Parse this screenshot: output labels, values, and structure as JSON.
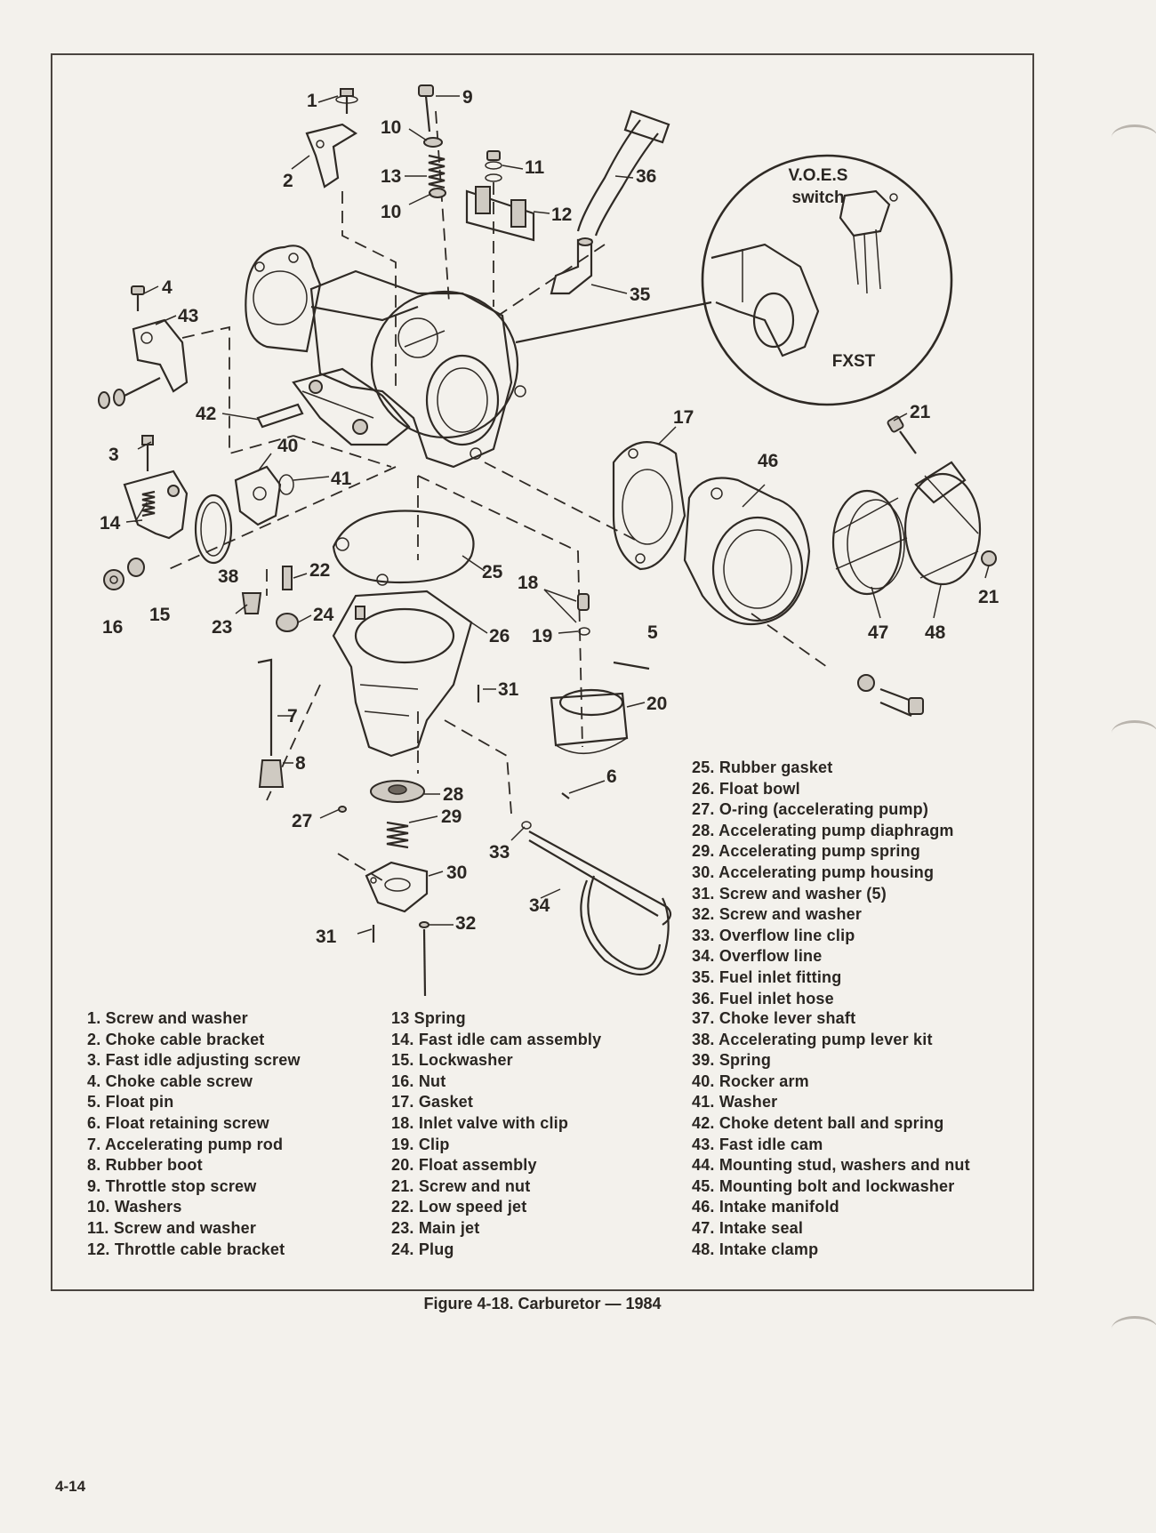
{
  "figure": {
    "caption": "Figure 4-18. Carburetor — 1984",
    "inset_label": "V.O.E.S switch",
    "inset_label_line1": "V.O.E.S",
    "inset_label_line2": "switch",
    "inset_model": "FXST"
  },
  "callouts": [
    "1",
    "2",
    "3",
    "4",
    "5",
    "6",
    "7",
    "8",
    "9",
    "10",
    "10",
    "11",
    "12",
    "13",
    "14",
    "15",
    "16",
    "17",
    "18",
    "19",
    "20",
    "21",
    "21",
    "22",
    "23",
    "24",
    "25",
    "26",
    "27",
    "28",
    "29",
    "30",
    "31",
    "31",
    "32",
    "33",
    "34",
    "35",
    "36",
    "38",
    "40",
    "41",
    "42",
    "43",
    "46",
    "47",
    "48"
  ],
  "legend": {
    "col1": [
      "1. Screw and washer",
      "2. Choke cable bracket",
      "3. Fast idle adjusting screw",
      "4. Choke cable screw",
      "5. Float pin",
      "6. Float retaining screw",
      "7. Accelerating pump rod",
      "8. Rubber boot",
      "9. Throttle stop screw",
      "10. Washers",
      "11. Screw and washer",
      "12. Throttle cable bracket"
    ],
    "col2": [
      "13 Spring",
      "14. Fast idle cam assembly",
      "15. Lockwasher",
      "16. Nut",
      "17. Gasket",
      "18. Inlet valve with clip",
      "19. Clip",
      "20. Float assembly",
      "21. Screw and nut",
      "22. Low speed jet",
      "23. Main jet",
      "24. Plug"
    ],
    "col3": [
      "25. Rubber gasket",
      "26. Float bowl",
      "27. O-ring (accelerating pump)",
      "28. Accelerating pump diaphragm",
      "29. Accelerating pump spring",
      "30. Accelerating pump housing",
      "31. Screw and washer (5)",
      "32. Screw and washer",
      "33. Overflow line clip",
      "34. Overflow line",
      "35. Fuel inlet fitting",
      "36. Fuel inlet hose"
    ],
    "col4": [
      "37. Choke lever shaft",
      "38. Accelerating pump lever kit",
      "39. Spring",
      "40. Rocker arm",
      "41. Washer",
      "42. Choke detent ball and spring",
      "43. Fast idle cam",
      "44. Mounting stud, washers and nut",
      "45. Mounting bolt and lockwasher",
      "46. Intake manifold",
      "47. Intake seal",
      "48. Intake clamp"
    ]
  },
  "page_number": "4-14"
}
